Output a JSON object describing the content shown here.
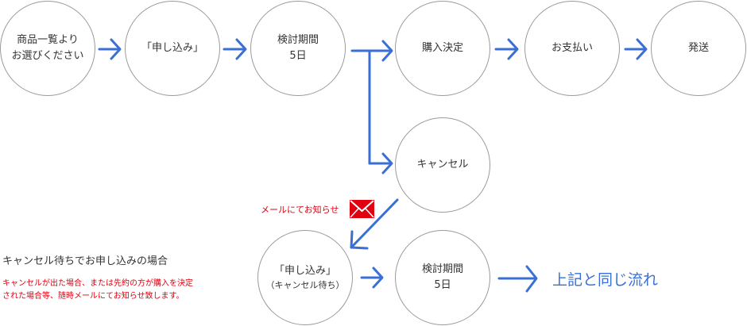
{
  "steps": {
    "select": {
      "line1": "商品一覧より",
      "line2": "お選びください"
    },
    "apply": "「申し込み」",
    "review": {
      "line1": "検討期間",
      "line2": "5日"
    },
    "purchase": "購入決定",
    "payment": "お支払い",
    "shipping": "発送",
    "cancel": "キャンセル"
  },
  "waitlist": {
    "heading": "キャンセル待ちでお申し込みの場合",
    "note_line1": "キャンセルが出た場合、または先約の方が購入を決定",
    "note_line2": "された場合等、随時メールにてお知らせ致します。",
    "mail_label": "メールにてお知らせ",
    "apply": "「申し込み」",
    "apply_sub": "（キャンセル待ち）",
    "review": {
      "line1": "検討期間",
      "line2": "5日"
    },
    "same_flow": "上記と同じ流れ"
  },
  "colors": {
    "arrow": "#3a6fd6",
    "red": "#e0000f",
    "accent_text": "#3a6fd6"
  }
}
